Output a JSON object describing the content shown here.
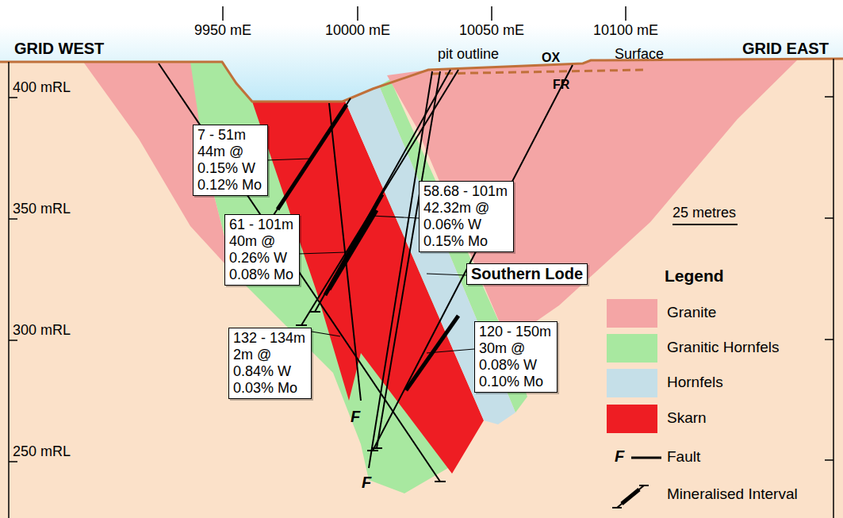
{
  "diagram": {
    "nodes": [
      {
        "text": [
          "7 - 51m 44m @ 0.15% W 0.12% Mo"
        ]
      },
      {
        "text": [
          "58.68 - 101m 42.32m @ 0.06% W 0.15% Mo"
        ]
      },
      {
        "text": [
          "61 - 101m 40m @ 0.26% W 0.08% Mo"
        ]
      },
      {
        "text": [
          "Southern Lode"
        ]
      },
      {
        "text": [
          "120 - 150m 30m @ 0.08% W 0.10% Mo"
        ]
      },
      {
        "text": [
          "132 - 134m 2m @ 0.84% W 0.03% Mo"
        ]
      }
    ],
    "edges": [],
    "labels": [
      "GRID WEST",
      "9950 mE",
      "10000 mE",
      "10050 mE",
      "10100 mE",
      "GRID EAST",
      "pit outline",
      "OX",
      "Surface",
      "FR",
      "400 mRL",
      "350 mRL",
      "300 mRL",
      "250 mRL",
      "25 metres",
      "F",
      "F",
      "Legend",
      "F"
    ],
    "legend": [
      {
        "text": "Granite",
        "color": "#f4a5a5"
      },
      {
        "text": "Granitic Hornfels",
        "color": "#a8e8a0"
      },
      {
        "text": "Hornfels",
        "color": "#c5dfe8"
      },
      {
        "text": "Skarn",
        "color": "#ee1d23"
      },
      {
        "text": "Fault"
      },
      {
        "text": "Mineralised Interval"
      }
    ]
  }
}
